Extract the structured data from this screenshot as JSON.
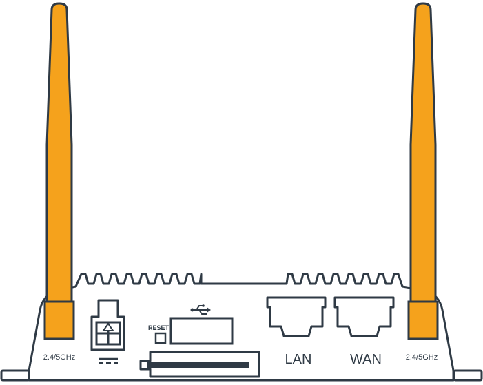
{
  "colors": {
    "stroke": "#2f3a45",
    "antenna": "#f5a21c",
    "background": "#ffffff"
  },
  "icons": {
    "usb": "usb-icon",
    "dc_power": "dc-power-icon"
  },
  "labels": {
    "reset": "RESET",
    "lan": "LAN",
    "wan": "WAN",
    "antenna_left": "2.4/5GHz",
    "antenna_right": "2.4/5GHz"
  }
}
